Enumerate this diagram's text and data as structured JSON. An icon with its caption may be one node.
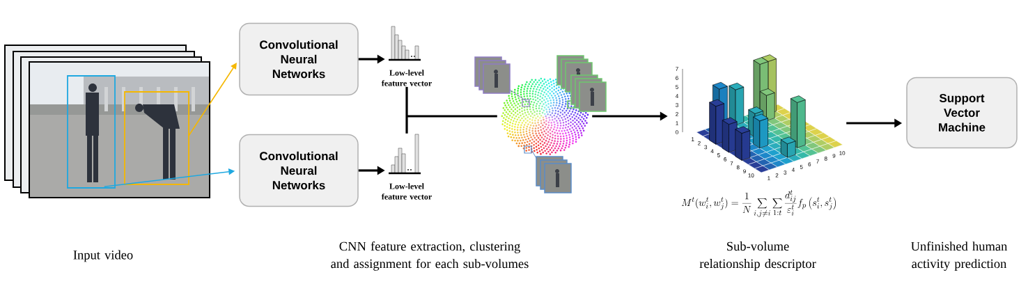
{
  "diagram": {
    "nodes": [
      {
        "text": [],
        "shape": "picture"
      },
      {
        "text": [
          "Convolutional Neural Networks"
        ]
      },
      {
        "text": [
          "Convolutional Neural Networks"
        ]
      },
      {
        "text": [],
        "shape": "picture",
        "beside": [
          "Low-level feature vector"
        ]
      },
      {
        "text": [],
        "shape": "picture",
        "beside": [
          "Low-level feature vector"
        ]
      },
      {
        "text": [],
        "shape": "picture"
      },
      {
        "text": [],
        "shape": "picture"
      },
      {
        "text": [
          "Support Vector Machine"
        ]
      }
    ],
    "edges": [
      {
        "from": 0,
        "to": 1,
        "arrow": "to",
        "color": "#f5b700"
      },
      {
        "from": 0,
        "to": 2,
        "arrow": "to",
        "color": "#1fa8e0"
      },
      {
        "from": 1,
        "to": 3,
        "arrow": "to"
      },
      {
        "from": 2,
        "to": 4,
        "arrow": "to"
      },
      {
        "from": 3,
        "to": 5,
        "arrow": "none"
      },
      {
        "from": 4,
        "to": 5,
        "arrow": "none"
      },
      {
        "from": 5,
        "to": 6,
        "arrow": "to"
      },
      {
        "from": 6,
        "to": 7,
        "arrow": "to"
      }
    ],
    "labels": [
      "M^t(w_i^t, w_j^t) = \\frac{1}{N}\\sum_{i,j\\neq i}\\sum_{1:t}\\frac{d_{ij}^t}{\\varepsilon_i^t} f_p\\left(s_i^t, s_j^t\\right)",
      "0",
      "1",
      "2",
      "3",
      "4",
      "5",
      "6",
      "7",
      "1",
      "2",
      "3",
      "4",
      "5",
      "6",
      "7",
      "8",
      "9",
      "10",
      "1",
      "2",
      "3",
      "4",
      "5",
      "6",
      "7",
      "8",
      "9",
      "10",
      "Input video",
      "CNN feature extraction, clustering and assignment for each sub-volumes",
      "Sub-volume relationship descriptor",
      "Unfinished human activity prediction"
    ]
  }
}
